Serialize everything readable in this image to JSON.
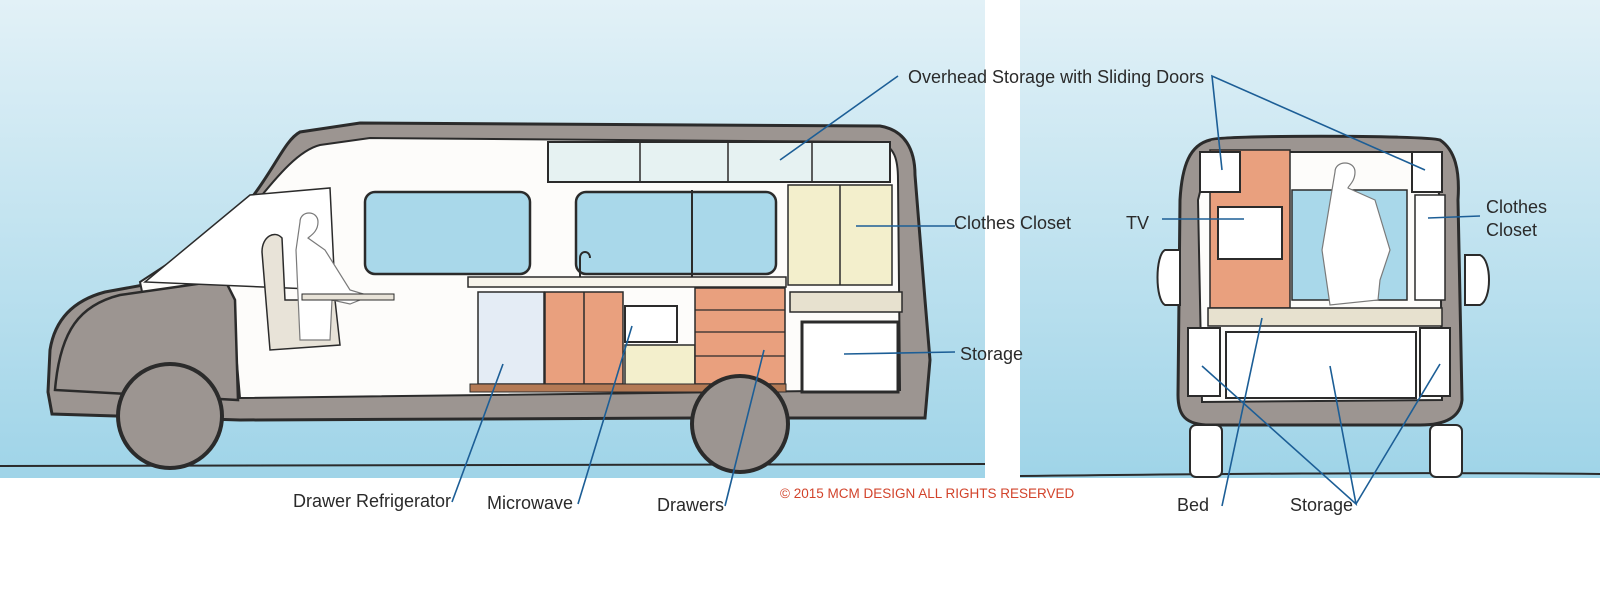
{
  "colors": {
    "sky": "#a9d8ea",
    "ground": "#ffffff",
    "body": "#9c9591",
    "outline": "#2b2b2b",
    "leader": "#1c5e96",
    "orange": "#e9a07e",
    "cream": "#f3efcc",
    "copyright": "#d2432b"
  },
  "labels": {
    "overhead_storage": "Overhead Storage with Sliding Doors",
    "clothes_closet_side": "Clothes Closet",
    "storage_side": "Storage",
    "drawer_refrigerator": "Drawer Refrigerator",
    "microwave": "Microwave",
    "drawers": "Drawers",
    "tv": "TV",
    "clothes_closet_rear_1": "Clothes",
    "clothes_closet_rear_2": "Closet",
    "bed": "Bed",
    "storage_rear": "Storage"
  },
  "copyright": "© 2015 MCM DESIGN ALL RIGHTS RESERVED"
}
